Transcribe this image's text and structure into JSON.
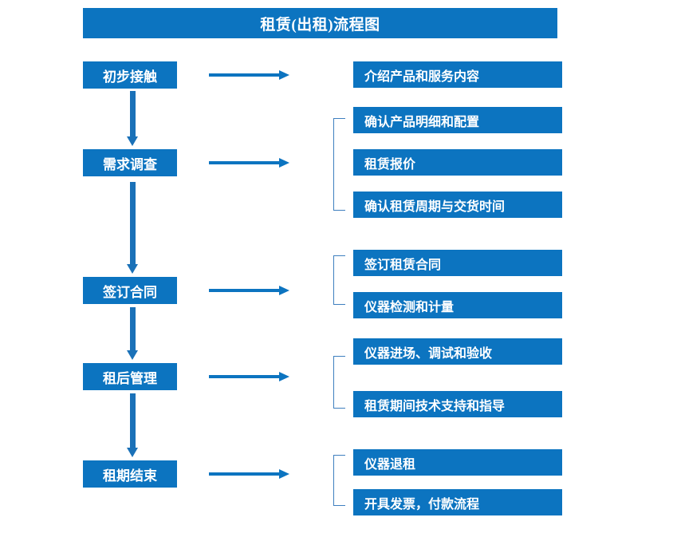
{
  "title": "租赁(出租)流程图",
  "colors": {
    "box_blue": "#0C74C0",
    "arrow_blue": "#1A71B8",
    "bracket_blue": "#3E7FBF",
    "text_white": "#FFFFFF",
    "background": "#FFFFFF"
  },
  "chart_data": {
    "type": "diagram",
    "title": "租赁(出租)流程图",
    "stages": [
      {
        "label": "初步接触",
        "details": [
          "介绍产品和服务内容"
        ],
        "grouped": false
      },
      {
        "label": "需求调查",
        "details": [
          "确认产品明细和配置",
          "租赁报价",
          "确认租赁周期与交货时间"
        ],
        "grouped": true
      },
      {
        "label": "签订合同",
        "details": [
          "签订租赁合同",
          "仪器检测和计量"
        ],
        "grouped": true
      },
      {
        "label": "租后管理",
        "details": [
          "仪器进场、调试和验收",
          "租赁期间技术支持和指导"
        ],
        "grouped": true
      },
      {
        "label": "租期结束",
        "details": [
          "仪器退租",
          "开具发票，付款流程"
        ],
        "grouped": true
      }
    ]
  },
  "stages": {
    "s0": "初步接触",
    "s1": "需求调查",
    "s2": "签订合同",
    "s3": "租后管理",
    "s4": "租期结束"
  },
  "details": {
    "d0": "介绍产品和服务内容",
    "d1": "确认产品明细和配置",
    "d2": "租赁报价",
    "d3": "确认租赁周期与交货时间",
    "d4": "签订租赁合同",
    "d5": "仪器检测和计量",
    "d6": "仪器进场、调试和验收",
    "d7": "租赁期间技术支持和指导",
    "d8": "仪器退租",
    "d9": "开具发票，付款流程"
  }
}
